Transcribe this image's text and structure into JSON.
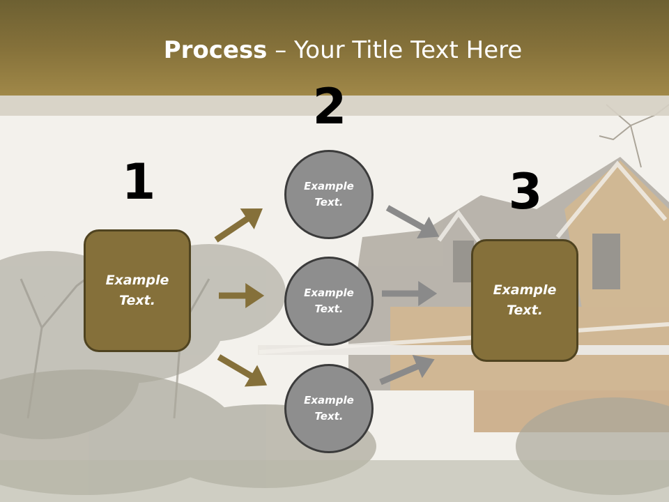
{
  "title": {
    "bold": "Process",
    "rest": " – Your Title Text Here"
  },
  "steps": {
    "one": {
      "number": "1",
      "label": "Example\nText."
    },
    "two": {
      "number": "2",
      "labels": [
        "Example\nText.",
        "Example\nText.",
        "Example\nText."
      ]
    },
    "three": {
      "number": "3",
      "label": "Example\nText."
    }
  },
  "colors": {
    "header": "#85713a",
    "box": "#85703a",
    "circle": "#8e8e8e",
    "arrow_gold": "#85703a",
    "arrow_gray": "#8a8a8a"
  }
}
